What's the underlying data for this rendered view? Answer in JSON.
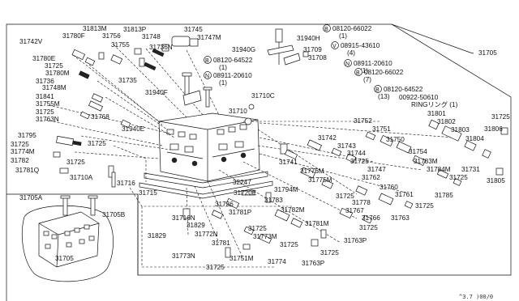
{
  "diagram": {
    "callouts": [
      {
        "id": "c1",
        "text": "31742V"
      },
      {
        "id": "c2",
        "text": "31780F"
      },
      {
        "id": "c3",
        "text": "31813M"
      },
      {
        "id": "c4",
        "text": "31756"
      },
      {
        "id": "c5",
        "text": "31813P"
      },
      {
        "id": "c6",
        "text": "31748"
      },
      {
        "id": "c7",
        "text": "31745"
      },
      {
        "id": "c8",
        "text": "31747M"
      },
      {
        "id": "c9",
        "text": "31755"
      },
      {
        "id": "c10",
        "text": "31736N"
      },
      {
        "id": "c11",
        "text": "31780E"
      },
      {
        "id": "c12",
        "text": "31725"
      },
      {
        "id": "c13",
        "text": "31780M"
      },
      {
        "id": "c14",
        "text": "31735"
      },
      {
        "id": "c15",
        "text": "31736"
      },
      {
        "id": "c16",
        "text": "31748M"
      },
      {
        "id": "c17",
        "text": "31841"
      },
      {
        "id": "c18",
        "text": "31755M"
      },
      {
        "id": "c19",
        "text": "31725"
      },
      {
        "id": "c20",
        "text": "31763N"
      },
      {
        "id": "c21",
        "text": "31768"
      },
      {
        "id": "c22",
        "text": "31795"
      },
      {
        "id": "c23",
        "text": "31725"
      },
      {
        "id": "c24",
        "text": "31774M"
      },
      {
        "id": "c25",
        "text": "31782"
      },
      {
        "id": "c26",
        "text": "31781Q"
      },
      {
        "id": "c27",
        "text": "31725"
      },
      {
        "id": "c28",
        "text": "31940E"
      },
      {
        "id": "c29",
        "text": "31710A"
      },
      {
        "id": "c30",
        "text": "31940G"
      },
      {
        "id": "c31",
        "text": "31940H"
      },
      {
        "id": "c32",
        "text": "31709"
      },
      {
        "id": "c33",
        "text": "31708"
      },
      {
        "id": "c34",
        "text": "31940F"
      },
      {
        "id": "c35",
        "text": "31710C"
      },
      {
        "id": "c36",
        "text": "31710"
      },
      {
        "id": "c37",
        "text": "31705"
      },
      {
        "id": "c38",
        "text": "31725"
      },
      {
        "id": "c39",
        "text": "31806"
      },
      {
        "id": "c40",
        "text": "31752"
      },
      {
        "id": "c41",
        "text": "31751"
      },
      {
        "id": "c42",
        "text": "31750"
      },
      {
        "id": "c43",
        "text": "31742"
      },
      {
        "id": "c44",
        "text": "31743"
      },
      {
        "id": "c45",
        "text": "31744"
      },
      {
        "id": "c46",
        "text": "31725"
      },
      {
        "id": "c47",
        "text": "31747"
      },
      {
        "id": "c48",
        "text": "31754"
      },
      {
        "id": "c49",
        "text": "31783M"
      },
      {
        "id": "c50",
        "text": "31801"
      },
      {
        "id": "c51",
        "text": "31802"
      },
      {
        "id": "c52",
        "text": "31803"
      },
      {
        "id": "c53",
        "text": "31804"
      },
      {
        "id": "c54",
        "text": "31784M"
      },
      {
        "id": "c55",
        "text": "31731"
      },
      {
        "id": "c56",
        "text": "31725"
      },
      {
        "id": "c57",
        "text": "31805"
      },
      {
        "id": "c58",
        "text": "31741"
      },
      {
        "id": "c59",
        "text": "31776M"
      },
      {
        "id": "c60",
        "text": "31775M"
      },
      {
        "id": "c61",
        "text": "31762"
      },
      {
        "id": "c62",
        "text": "31760"
      },
      {
        "id": "c63",
        "text": "31761"
      },
      {
        "id": "c64",
        "text": "31785"
      },
      {
        "id": "c65",
        "text": "31716"
      },
      {
        "id": "c66",
        "text": "31715"
      },
      {
        "id": "c67",
        "text": "32247"
      },
      {
        "id": "c68",
        "text": "31720E"
      },
      {
        "id": "c69",
        "text": "31794M"
      },
      {
        "id": "c70",
        "text": "31725"
      },
      {
        "id": "c71",
        "text": "31783"
      },
      {
        "id": "c72",
        "text": "31778"
      },
      {
        "id": "c73",
        "text": "31767"
      },
      {
        "id": "c74",
        "text": "31766"
      },
      {
        "id": "c75",
        "text": "31763"
      },
      {
        "id": "c76",
        "text": "31725"
      },
      {
        "id": "c77",
        "text": "31736"
      },
      {
        "id": "c78",
        "text": "31781P"
      },
      {
        "id": "c79",
        "text": "31782M"
      },
      {
        "id": "c80",
        "text": "31716N"
      },
      {
        "id": "c81",
        "text": "31829"
      },
      {
        "id": "c82",
        "text": "31725"
      },
      {
        "id": "c83",
        "text": "31772N"
      },
      {
        "id": "c84",
        "text": "31773M"
      },
      {
        "id": "c85",
        "text": "31781M"
      },
      {
        "id": "c86",
        "text": "31725"
      },
      {
        "id": "c87",
        "text": "31763P"
      },
      {
        "id": "c88",
        "text": "31829"
      },
      {
        "id": "c89",
        "text": "31781"
      },
      {
        "id": "c90",
        "text": "31725"
      },
      {
        "id": "c91",
        "text": "31773N"
      },
      {
        "id": "c92",
        "text": "31751M"
      },
      {
        "id": "c93",
        "text": "31774"
      },
      {
        "id": "c94",
        "text": "31763P"
      },
      {
        "id": "c95",
        "text": "31725"
      },
      {
        "id": "c96",
        "text": "31725"
      },
      {
        "id": "c97",
        "text": "31705A"
      },
      {
        "id": "c98",
        "text": "31705B"
      },
      {
        "id": "c99",
        "text": "31705"
      },
      {
        "id": "c100",
        "text": "31725"
      }
    ],
    "special_callouts": [
      {
        "id": "s1",
        "symbol": "B",
        "text": "08120-66022",
        "qty": "(1)"
      },
      {
        "id": "s2",
        "symbol": "V",
        "text": "08915-43610",
        "qty": "(4)"
      },
      {
        "id": "s3",
        "symbol": "B",
        "text": "08120-64522",
        "qty": "(1)"
      },
      {
        "id": "s4",
        "symbol": "N",
        "text": "08911-20610",
        "qty": "(1)"
      },
      {
        "id": "s5",
        "symbol": "N",
        "text": "08911-20610",
        "qty": "(1)"
      },
      {
        "id": "s6",
        "symbol": "B",
        "text": "08120-66022",
        "qty": "(7)"
      },
      {
        "id": "s7",
        "symbol": "B",
        "text": "08120-64522",
        "qty": "(13)"
      }
    ],
    "ring_note": {
      "part": "00922-50610",
      "label": "RINGリング (1)"
    },
    "reference_code": "^3.7 )00/0"
  }
}
